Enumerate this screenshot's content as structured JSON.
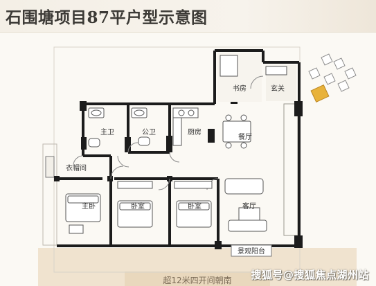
{
  "header": {
    "title": "石围塘项目87平户型示意图"
  },
  "plan": {
    "rooms": {
      "study": "书房",
      "foyer": "玄关",
      "master_bath": "主卫",
      "public_bath": "公卫",
      "kitchen": "厨房",
      "dining": "餐厅",
      "cloakroom": "衣帽间",
      "master_bedroom": "主卧",
      "bedroom_1": "卧室",
      "bedroom_2": "卧室",
      "living": "客厅",
      "balcony": "景观阳台"
    },
    "bottom_band": "超12米四开间朝南"
  },
  "watermark": "搜狐号@搜狐焦点湖州站",
  "colors": {
    "wall": "#1c1c1c",
    "highlight": "#e8b23a",
    "floor": "#fbf9f4"
  }
}
